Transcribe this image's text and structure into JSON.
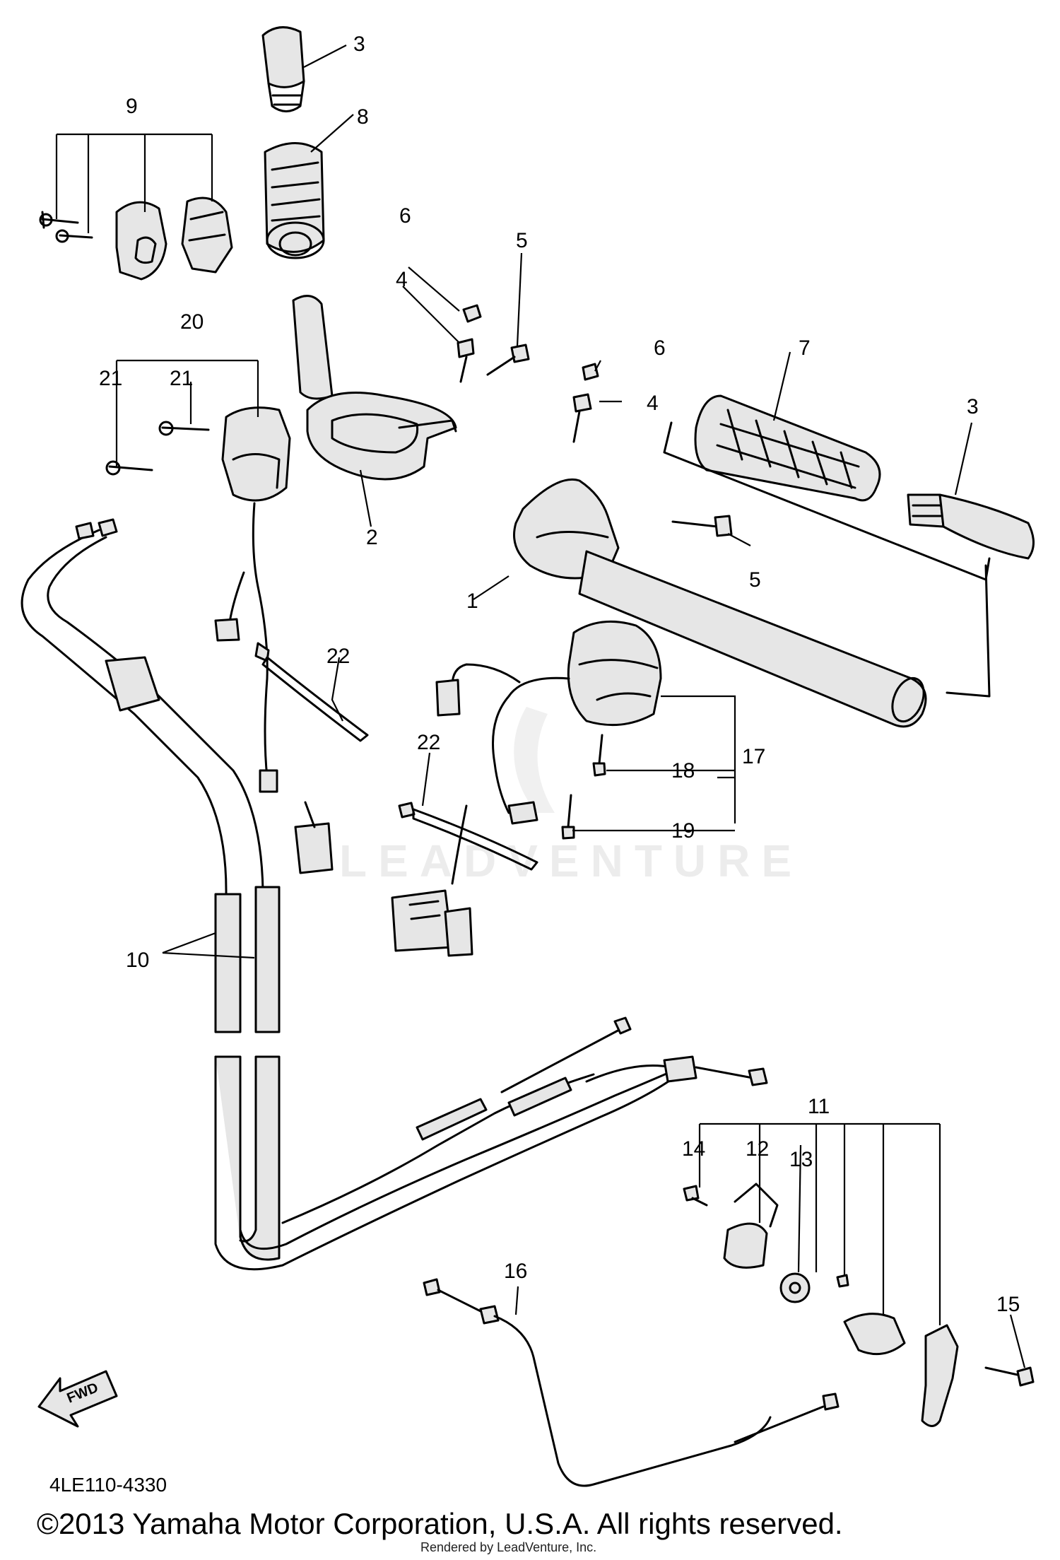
{
  "diagram": {
    "callouts": [
      "1",
      "2",
      "3",
      "3",
      "4",
      "4",
      "5",
      "5",
      "6",
      "6",
      "7",
      "8",
      "9",
      "10",
      "11",
      "12",
      "13",
      "14",
      "15",
      "16",
      "17",
      "18",
      "19",
      "20",
      "21",
      "21",
      "22",
      "22"
    ],
    "direction_label": "FWD",
    "drawing_code": "4LE110-4330",
    "watermark": "LEADVENTURE",
    "copyright": "©2013 Yamaha Motor Corporation, U.S.A. All rights reserved.",
    "rendered_by": "Rendered by LeadVenture, Inc."
  }
}
